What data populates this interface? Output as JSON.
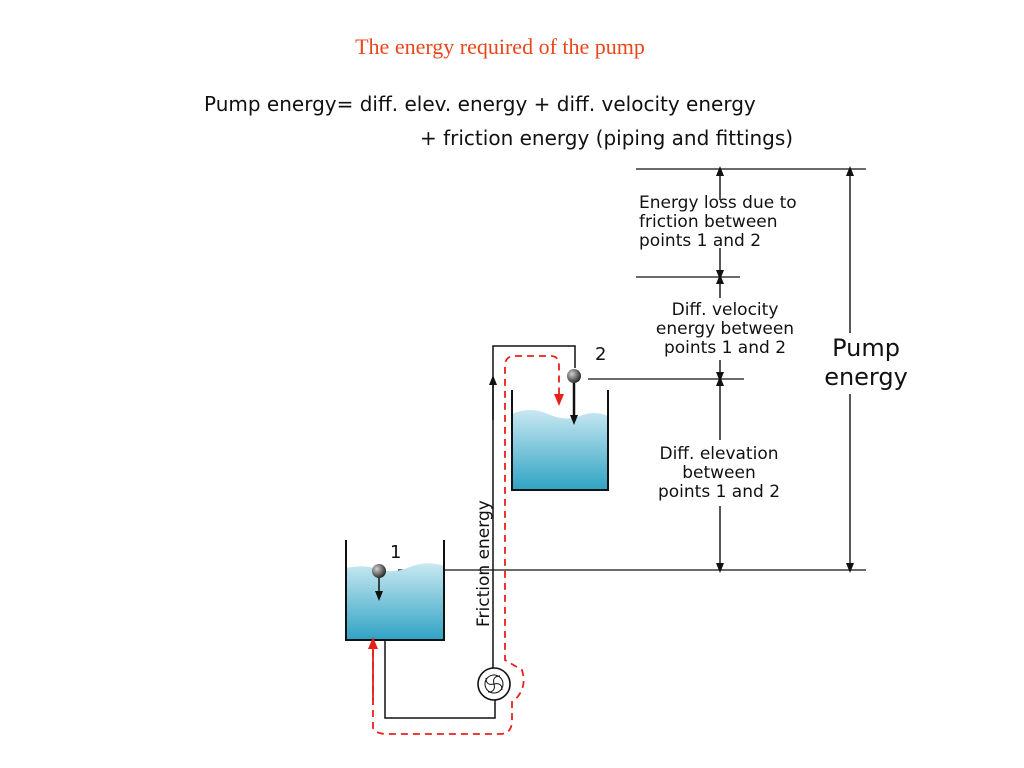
{
  "title": "The energy required of the pump",
  "equation": {
    "line1": "Pump energy= diff. elev. energy + diff. velocity energy",
    "line2": "+  friction energy (piping and fittings)"
  },
  "labels": {
    "friction_loss": [
      "Energy loss due to",
      "friction between",
      "points 1 and 2"
    ],
    "velocity_diff": [
      "Diff. velocity",
      "energy between",
      "points 1 and 2"
    ],
    "elevation_diff": [
      "Diff. elevation",
      "between",
      "points 1 and 2"
    ],
    "pump_energy": [
      "Pump",
      "energy"
    ],
    "friction_energy": "Friction energy",
    "point1": "1",
    "point2": "2"
  },
  "colors": {
    "title": "#e8461c",
    "flow_path": "#e8201c",
    "water_top": "#c8e8f2",
    "water_bottom": "#2fa3c4",
    "line": "#111111"
  }
}
